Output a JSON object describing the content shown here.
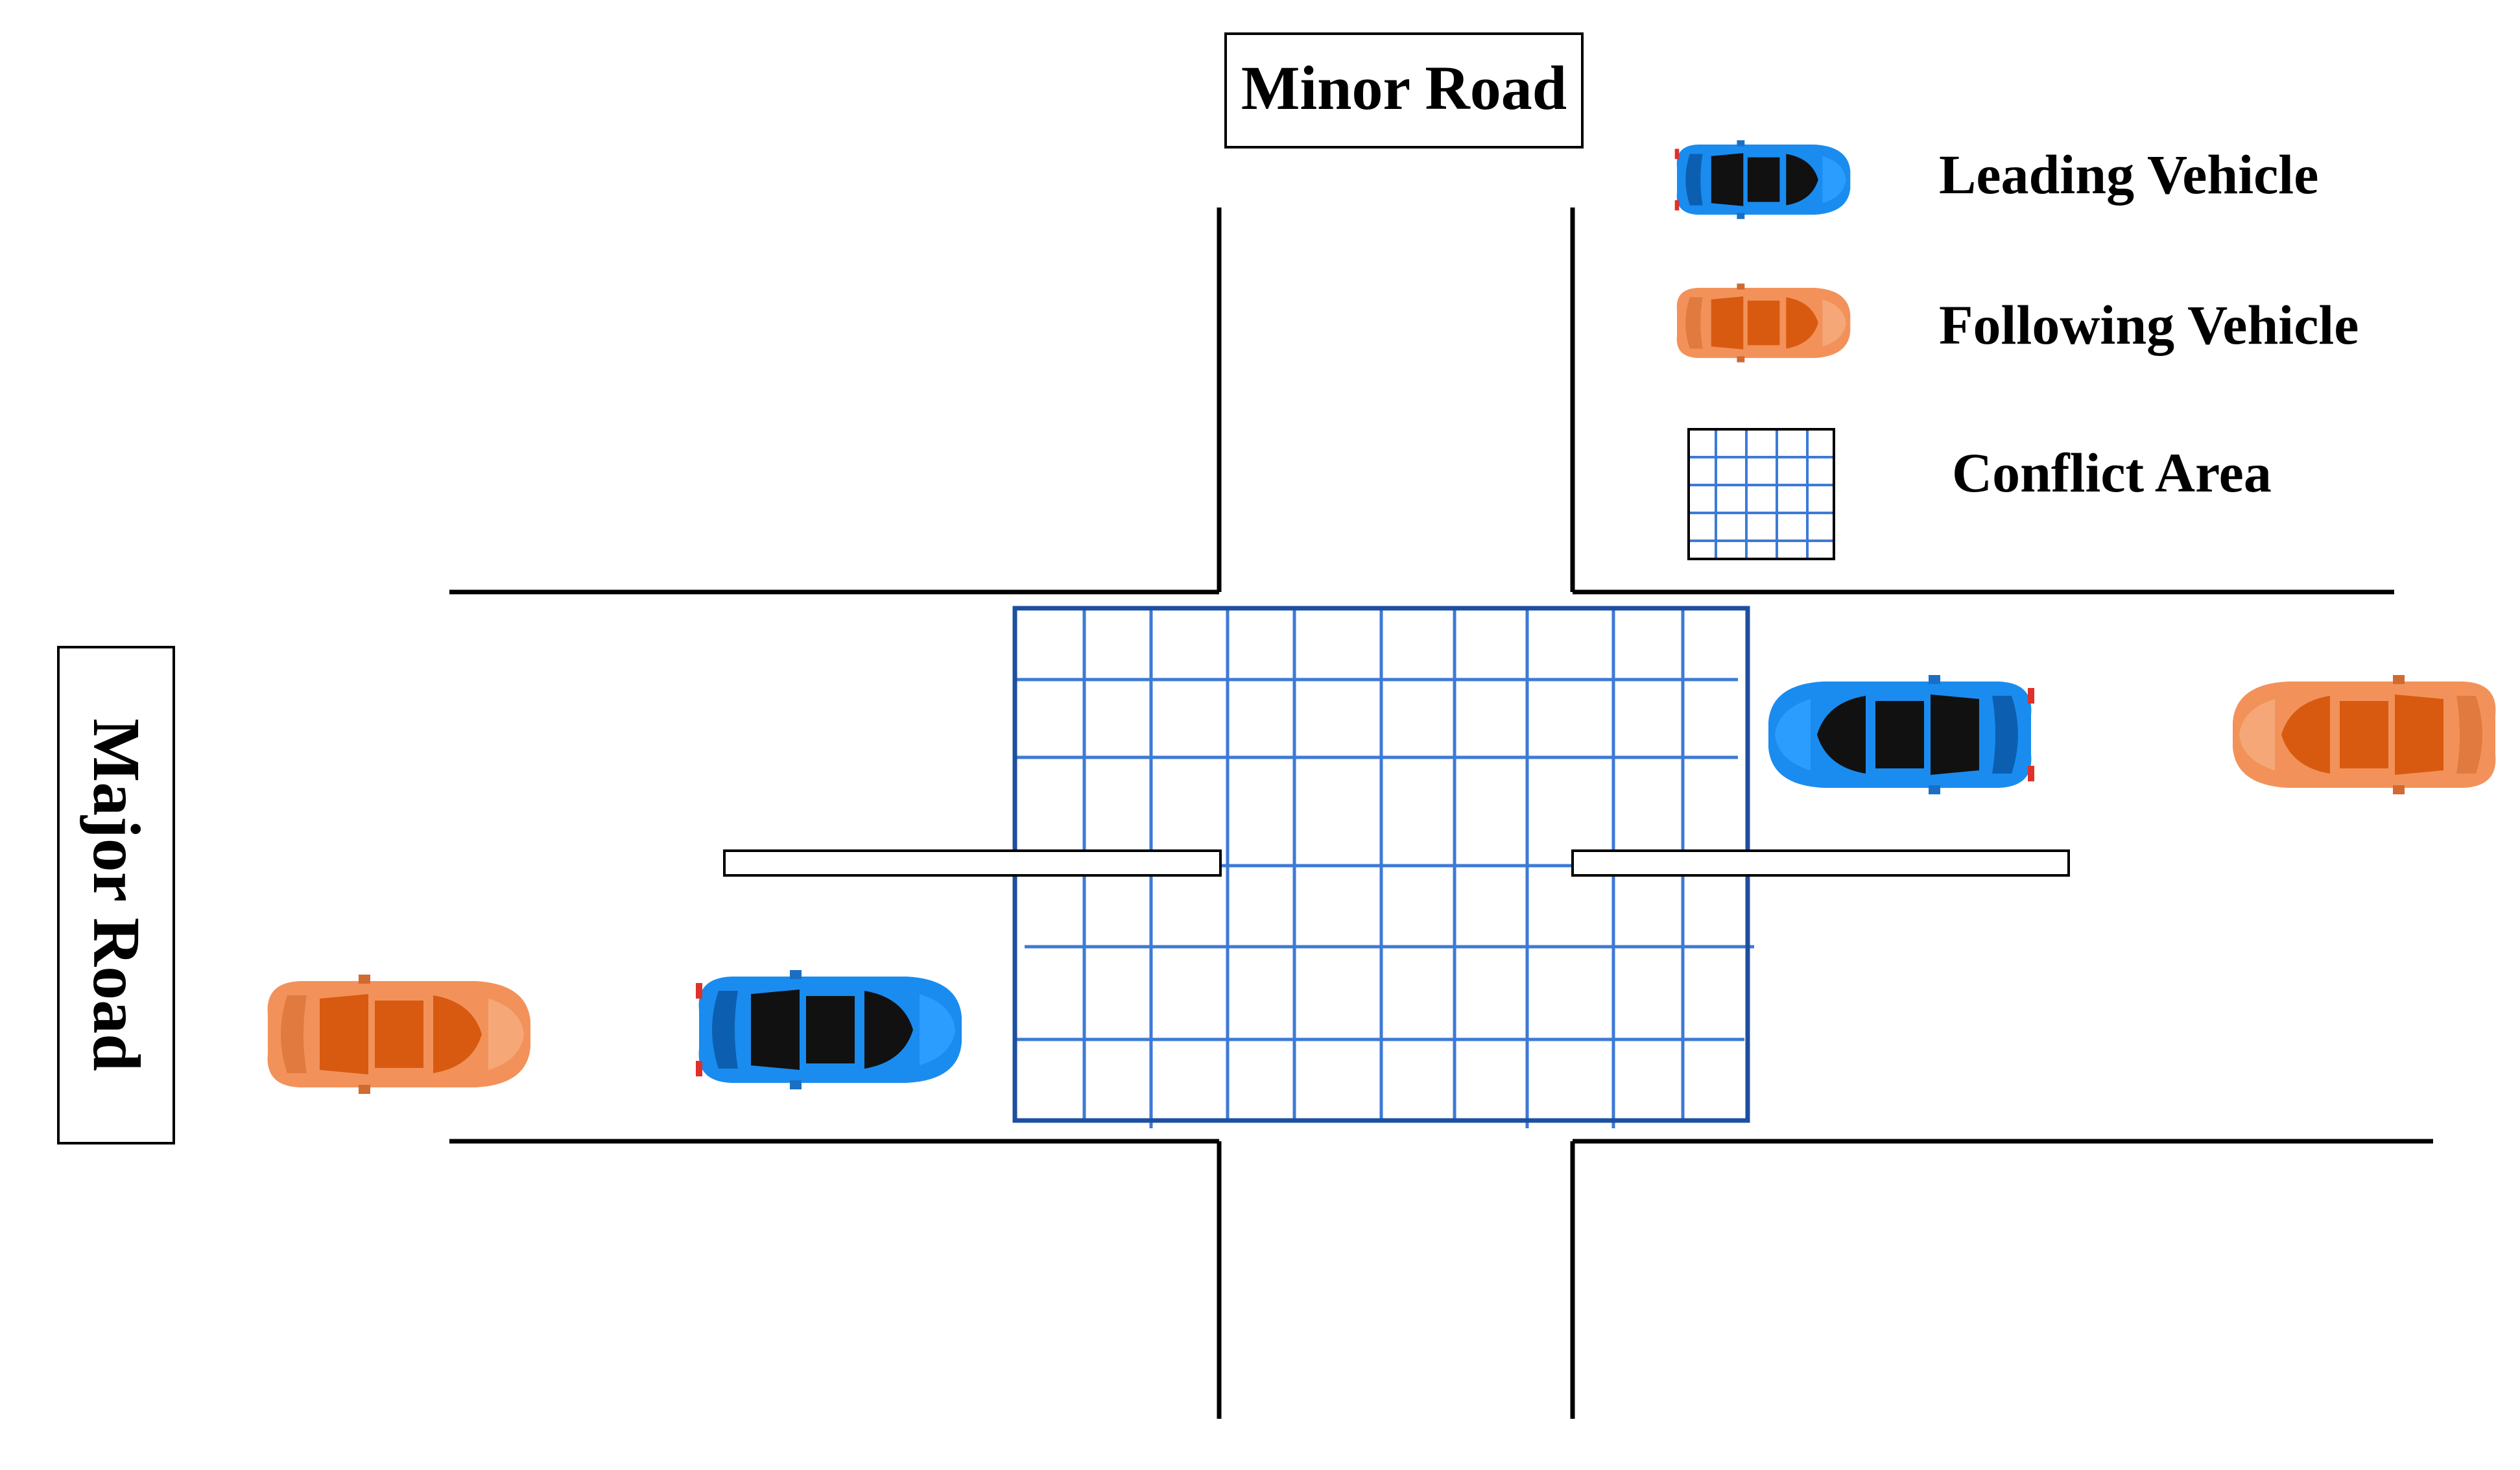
{
  "labels": {
    "minor_road": "Minor Road",
    "major_road": "Major Road"
  },
  "legend": {
    "leading_vehicle": "Leading Vehicle",
    "following_vehicle": "Following Vehicle",
    "conflict_area": "Conflict Area"
  },
  "colors": {
    "leading_vehicle": "#1a8cf0",
    "following_vehicle": "#f2925a",
    "conflict_grid": "#3d7ad6",
    "conflict_border": "#1d4fa0"
  },
  "icons": {
    "leading_vehicle": "car-topview-icon",
    "following_vehicle": "car-topview-icon"
  }
}
